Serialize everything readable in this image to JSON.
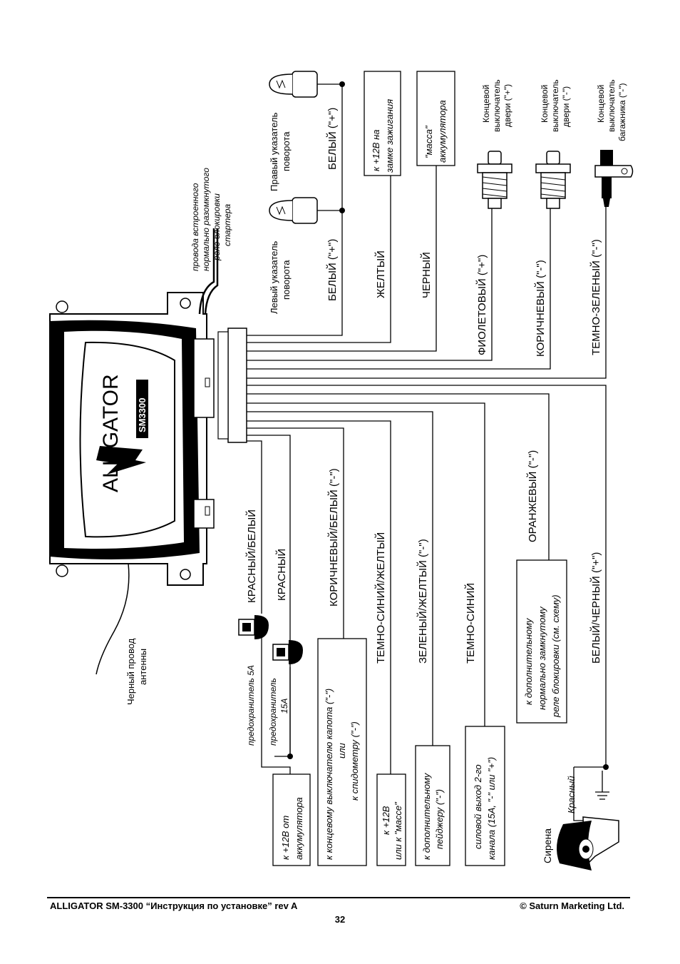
{
  "unit": {
    "brand_logo": "ALLIGATOR",
    "model_badge": "SM3300"
  },
  "notes": {
    "relay_wires": [
      "провода встроенного",
      "нормально разомкнутого",
      "реле блокировки",
      "стартера"
    ],
    "antenna": [
      "Черный провод",
      "антенны"
    ],
    "fuse_5a": "предохранитель 5А",
    "fuse_15a": [
      "предохранитель",
      "15А"
    ]
  },
  "lamps": {
    "left": [
      "Левый указатель",
      "поворота"
    ],
    "right": [
      "Правый указатель",
      "поворота"
    ]
  },
  "wires": {
    "white_left": "БЕЛЫЙ (\"+\")",
    "white_right": "БЕЛЫЙ (\"+\")",
    "yellow": "ЖЕЛТЫЙ",
    "black": "ЧЕРНЫЙ",
    "violet": "ФИОЛЕТОВЫЙ (\"+\")",
    "brown": "КОРИЧНЕВЫЙ (\"-\")",
    "dark_green": "ТЕМНО-ЗЕЛЕНЫЙ (\"-\")",
    "red_white": "КРАСНЫЙ/БЕЛЫЙ",
    "red": "КРАСНЫЙ",
    "brown_white": "КОРИЧНЕВЫЙ/БЕЛЫЙ (\"-\")",
    "dark_blue_yellow": "ТЕМНО-СИНИЙ/ЖЕЛТЫЙ",
    "green_yellow": "ЗЕЛЕНЫЙ/ЖЕЛТЫЙ (\"-\")",
    "dark_blue": "ТЕМНО-СИНИЙ",
    "orange": "ОРАНЖЕВЫЙ (\"-\")",
    "white_black": "БЕЛЫЙ/ЧЕРНЫЙ (\"+\")"
  },
  "boxes": {
    "ignition": [
      "к +12В на",
      "замке зажигания"
    ],
    "ground": [
      "\"масса\"",
      "аккумулятора"
    ],
    "battery": [
      "к +12В от",
      "аккумулятора"
    ],
    "hood": [
      "к концевому выключателю капота (\"-\")",
      "или",
      "к спидометру (\"-\")"
    ],
    "plus_or_ground": [
      "к +12В",
      "или к \"массе\""
    ],
    "pager": [
      "к дополнительному",
      "пейджеру (\"-\")"
    ],
    "channel2": [
      "силовой выход 2-го",
      "канала (15А, \"-\" или \"+\")"
    ],
    "nc_relay": [
      "к дополнительному",
      "нормально замкнутому",
      "реле блокировки (см. схему)"
    ]
  },
  "switches": {
    "door_plus": [
      "Концевой",
      "выключатель",
      "двери (\"+\")"
    ],
    "door_minus": [
      "Концевой",
      "выключатель",
      "двери (\"-\")"
    ],
    "trunk": [
      "Концевой",
      "выключатель",
      "багажника (\"-\")"
    ]
  },
  "siren": {
    "label": "Сирена",
    "wire": "Красный"
  },
  "footer": {
    "left": "ALLIGATOR SM-3300 “Инструкция по установке” rev A",
    "right": "© Saturn Marketing Ltd.",
    "page": "32"
  }
}
